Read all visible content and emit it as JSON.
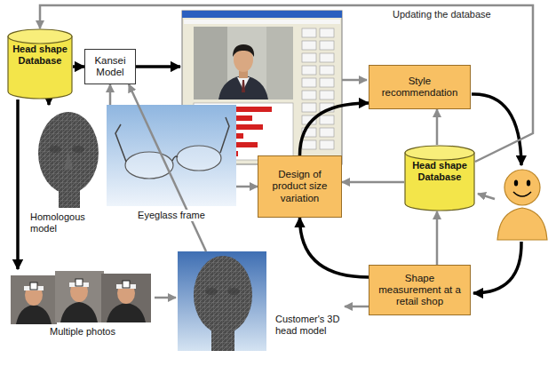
{
  "diagram": {
    "nodes": [
      {
        "text": [
          "Head shape Database"
        ]
      },
      {
        "text": [
          "Kansei Model"
        ]
      },
      {
        "text": [
          "Style recommendation"
        ]
      },
      {
        "text": [
          "Homologous model"
        ]
      },
      {
        "text": [
          "Eyeglass frame"
        ]
      },
      {
        "text": [
          "Design of product size variation"
        ]
      },
      {
        "text": [
          "Head shape Database"
        ]
      },
      {
        "text": [
          "Multiple photos"
        ]
      },
      {
        "text": [
          "Shape measurement at a retail shop"
        ]
      },
      {
        "text": [
          "Customer's 3D head model"
        ]
      }
    ],
    "edges": [
      {
        "from": 0,
        "to": 1,
        "arrow": "to"
      },
      {
        "from": 0,
        "to": 3,
        "arrow": "to"
      },
      {
        "from": 0,
        "to": 7,
        "arrow": "to"
      },
      {
        "from": 4,
        "to": 1,
        "arrow": "to"
      },
      {
        "from": 9,
        "to": 1,
        "arrow": "to"
      },
      {
        "from": 4,
        "to": 5,
        "arrow": "to"
      },
      {
        "from": 7,
        "to": 9,
        "arrow": "to"
      },
      {
        "from": 8,
        "to": 9,
        "arrow": "to"
      },
      {
        "from": 8,
        "to": 5,
        "arrow": "to"
      },
      {
        "from": 5,
        "to": 2,
        "arrow": "to"
      },
      {
        "from": 6,
        "to": 2,
        "arrow": "to"
      },
      {
        "from": 6,
        "to": 5,
        "arrow": "to"
      },
      {
        "from": 8,
        "to": 6,
        "arrow": "to"
      },
      {
        "from": 6,
        "to": 0,
        "label": "Updating the database",
        "arrow": "to"
      }
    ]
  }
}
